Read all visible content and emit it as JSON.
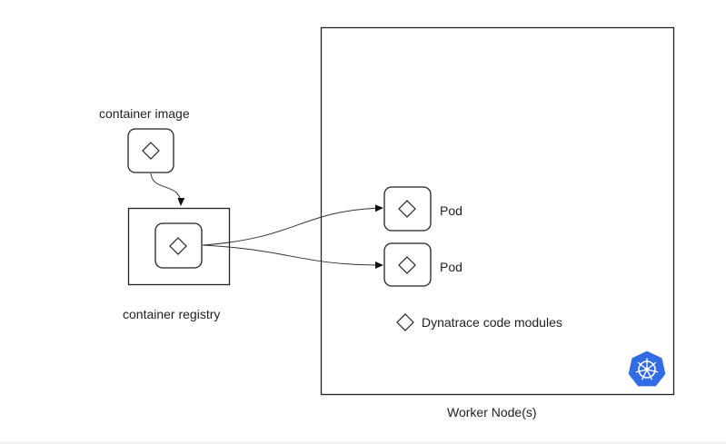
{
  "labels": {
    "container_image": "container image",
    "container_registry": "container registry",
    "pod_1": "Pod",
    "pod_2": "Pod",
    "code_modules_legend": "Dynatrace code modules",
    "worker_node": "Worker Node(s)"
  },
  "icons": {
    "component": "diamond-icon",
    "platform": "kubernetes-wheel-icon"
  },
  "colors": {
    "stroke": "#222222",
    "kubernetes_blue": "#326CE5"
  }
}
